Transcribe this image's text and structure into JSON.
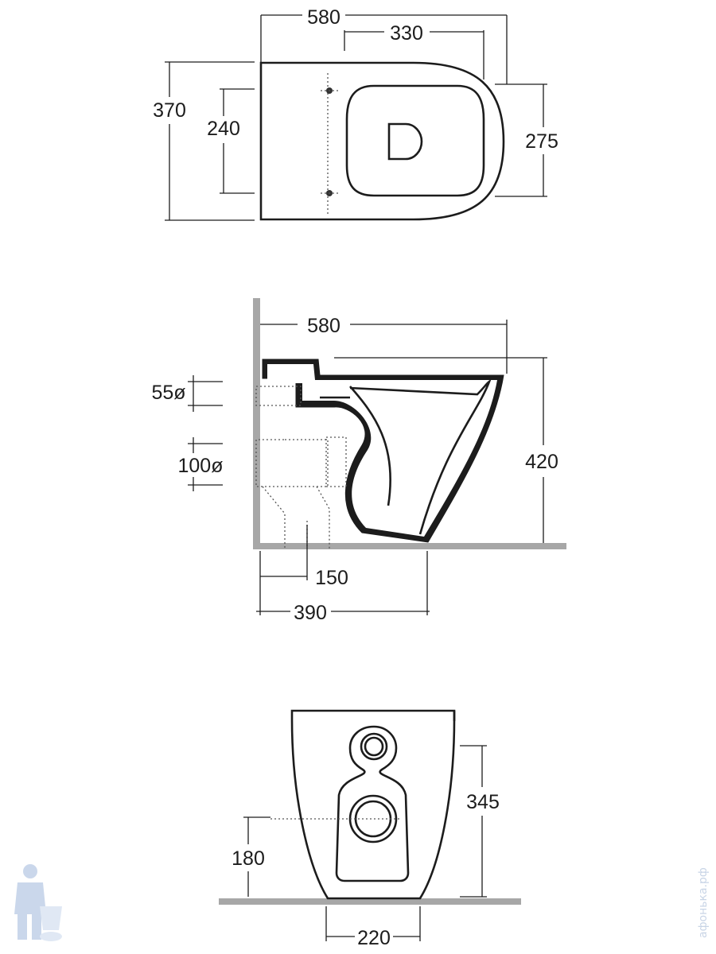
{
  "top_view": {
    "overall_length": "580",
    "bowl_length": "330",
    "overall_width": "370",
    "fixing_distance": "240",
    "bowl_width": "275"
  },
  "side_view": {
    "overall_length": "580",
    "height": "420",
    "inlet_diameter": "55ø",
    "outlet_diameter": "100ø",
    "outlet_offset": "150",
    "base_depth": "390"
  },
  "front_view": {
    "height": "345",
    "outlet_height": "180",
    "base_width": "220"
  },
  "watermark": {
    "text": "афонька.рф",
    "icon": "plumber-mascot-icon"
  }
}
